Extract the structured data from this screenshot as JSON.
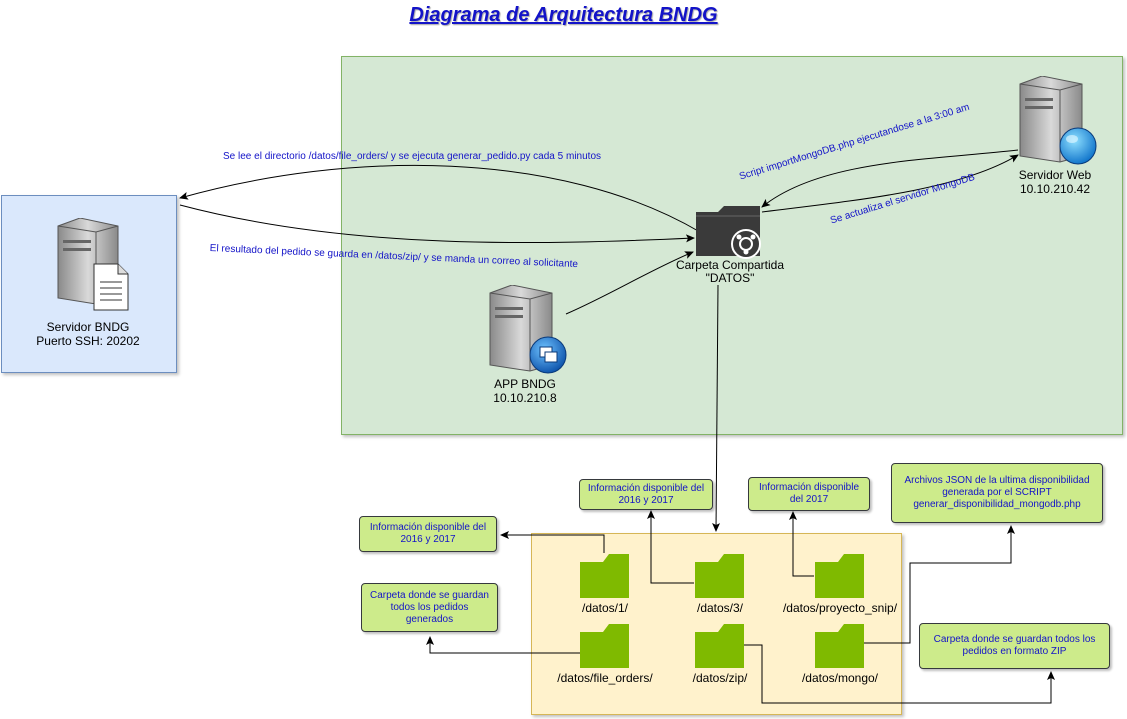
{
  "title": "Diagrama de Arquitectura BNDG",
  "nodes": {
    "servidor_bndg": {
      "name": "Servidor BNDG",
      "detail": "Puerto SSH: 20202"
    },
    "carpeta": {
      "name": "Carpeta Compartida",
      "detail": "\"DATOS\""
    },
    "app_bndg": {
      "name": "APP BNDG",
      "detail": "10.10.210.8"
    },
    "servidor_web": {
      "name": "Servidor Web",
      "detail": "10.10.210.42"
    }
  },
  "edges": {
    "lee_directorio": "Se lee el directorio /datos/file_orders/ y se ejecuta generar_pedido.py cada 5 minutos",
    "resultado": "El resultado del pedido se guarda en /datos/zip/ y se manda un correo al solicitante",
    "script_import": "Script importMongoDB.php ejecutandose a la 3:00 am",
    "actualiza": "Se actualiza el servidor MongoDB"
  },
  "folders": {
    "datos_1": "/datos/1/",
    "datos_3": "/datos/3/",
    "proyecto_snip": "/datos/proyecto_snip/",
    "file_orders": "/datos/file_orders/",
    "zip": "/datos/zip/",
    "mongo": "/datos/mongo/"
  },
  "notes": {
    "n_2016_2017_a": "Información disponible del 2016 y 2017",
    "n_2016_2017_b": "Información disponible del 2016 y 2017",
    "n_2017": "Información disponible del 2017",
    "n_json": "Archivos JSON de la ultima disponibilidad generada por el SCRIPT generar_disponibilidad_mongodb.php",
    "n_pedidos": "Carpeta donde se guardan todos los pedidos generados",
    "n_zip": "Carpeta donde se guardan todos los pedidos en formato ZIP"
  },
  "colors": {
    "title": "#1313c8",
    "green_zone": "#d5e8d4",
    "blue_zone": "#dae8fc",
    "yellow_zone": "#fff2cc",
    "folder": "#7fba00",
    "note": "#cdeb8b"
  },
  "icons": {
    "server": "server-icon",
    "folder": "folder-icon",
    "shared_folder": "shared-folder-icon",
    "document": "document-icon",
    "globe": "globe-icon",
    "app": "app-windows-icon"
  }
}
